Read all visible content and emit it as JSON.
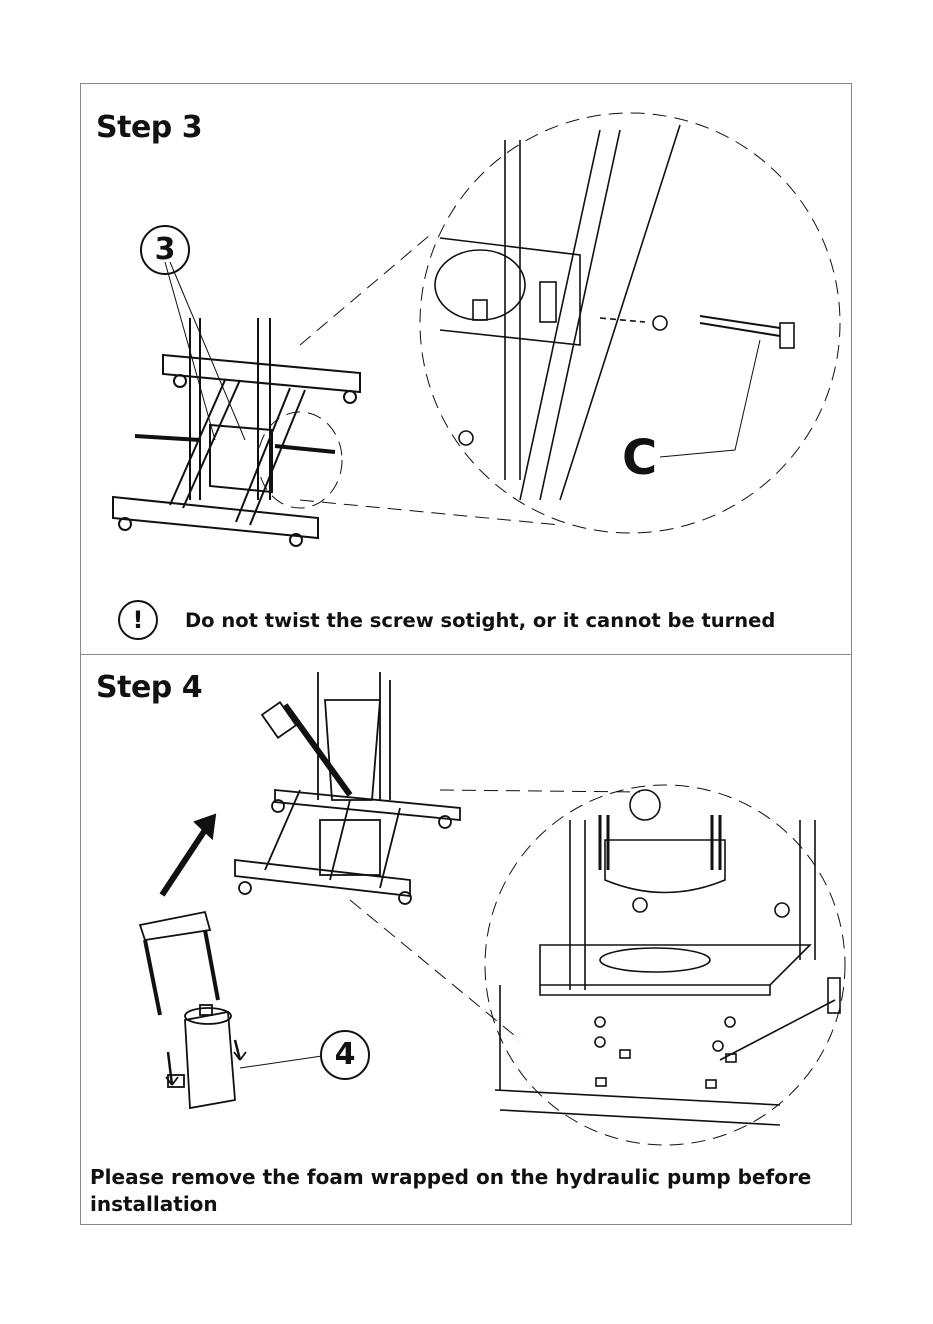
{
  "step3": {
    "title": "Step 3",
    "callout_number": "3",
    "detail_label": "C",
    "warning_symbol": "!",
    "note": "Do not twist the screw sotight, or it cannot be turned"
  },
  "step4": {
    "title": "Step 4",
    "callout_number": "4",
    "note": "Please remove the foam wrapped on the hydraulic pump before installation"
  },
  "colors": {
    "line": "#111111",
    "frame": "#8a8a8a"
  }
}
